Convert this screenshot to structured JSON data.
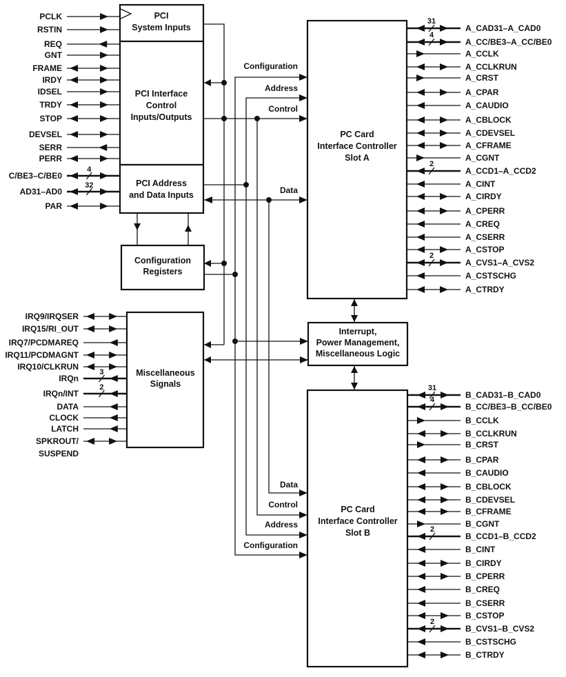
{
  "blocks": {
    "pci_system_inputs": [
      "PCI",
      "System Inputs"
    ],
    "pci_interface": [
      "PCI Interface",
      "Control",
      "Inputs/Outputs"
    ],
    "pci_address_data": [
      "PCI Address",
      "and Data Inputs"
    ],
    "config_registers": [
      "Configuration",
      "Registers"
    ],
    "misc_signals": [
      "Miscellaneous",
      "Signals"
    ],
    "interrupt_logic": [
      "Interrupt,",
      "Power Management,",
      "Miscellaneous Logic"
    ],
    "slot_a": [
      "PC Card",
      "Interface Controller",
      "Slot A"
    ],
    "slot_b": [
      "PC Card",
      "Interface Controller",
      "Slot B"
    ]
  },
  "bus_labels": {
    "configuration": "Configuration",
    "address": "Address",
    "control": "Control",
    "data": "Data"
  },
  "pci_signals": [
    {
      "name": "PCLK",
      "dir": "in",
      "overbar": ""
    },
    {
      "name": "RSTIN",
      "dir": "in",
      "overbar": "RSTIN"
    },
    {
      "name": "REQ",
      "dir": "out",
      "overbar": "REQ"
    },
    {
      "name": "GNT",
      "dir": "in",
      "overbar": "GNT"
    },
    {
      "name": "FRAME",
      "dir": "bi",
      "overbar": "FRAME"
    },
    {
      "name": "IRDY",
      "dir": "bi",
      "overbar": "IRDY"
    },
    {
      "name": "IDSEL",
      "dir": "in",
      "overbar": ""
    },
    {
      "name": "TRDY",
      "dir": "bi",
      "overbar": "TRDY"
    },
    {
      "name": "STOP",
      "dir": "bi",
      "overbar": "STOP"
    },
    {
      "name": "DEVSEL",
      "dir": "bi",
      "overbar": "DEVSEL"
    },
    {
      "name": "SERR",
      "dir": "out",
      "overbar": "SERR"
    },
    {
      "name": "PERR",
      "dir": "bi",
      "overbar": "PERR"
    },
    {
      "name": "C/BE3–C/BE0",
      "dir": "bi",
      "bus": "4",
      "overbar": "BE"
    },
    {
      "name": "AD31–AD0",
      "dir": "bi",
      "bus": "32",
      "overbar": ""
    },
    {
      "name": "PAR",
      "dir": "bi",
      "overbar": ""
    }
  ],
  "misc_signals": [
    {
      "name": "IRQ9/IRQSER",
      "dir": "bi"
    },
    {
      "name": "IRQ15/RI_OUT",
      "dir": "bi"
    },
    {
      "name": "IRQ7/PCDMAREQ",
      "dir": "out"
    },
    {
      "name": "IRQ11/PCDMAGNT",
      "dir": "bi"
    },
    {
      "name": "IRQ10/CLKRUN",
      "dir": "bi"
    },
    {
      "name": "IRQn",
      "dir": "out",
      "bus": "3"
    },
    {
      "name": "IRQn/INT",
      "dir": "out",
      "bus": "2"
    },
    {
      "name": "DATA",
      "dir": "out"
    },
    {
      "name": "CLOCK",
      "dir": "out"
    },
    {
      "name": "LATCH",
      "dir": "out"
    },
    {
      "name": "SPKROUT/",
      "dir": "bi"
    },
    {
      "name": "SUSPEND",
      "dir": "none"
    }
  ],
  "slot_a_signals": [
    {
      "name": "A_CAD31–A_CAD0",
      "dir": "bi",
      "bus": "31"
    },
    {
      "name": "A_CC/BE3–A_CC/BE0",
      "dir": "bi",
      "bus": "4"
    },
    {
      "name": "A_CCLK",
      "dir": "out"
    },
    {
      "name": "A_CCLKRUN",
      "dir": "bi"
    },
    {
      "name": "A_CRST",
      "dir": "out"
    },
    {
      "name": "A_CPAR",
      "dir": "bi"
    },
    {
      "name": "A_CAUDIO",
      "dir": "in"
    },
    {
      "name": "A_CBLOCK",
      "dir": "bi"
    },
    {
      "name": "A_CDEVSEL",
      "dir": "bi"
    },
    {
      "name": "A_CFRAME",
      "dir": "bi"
    },
    {
      "name": "A_CGNT",
      "dir": "out"
    },
    {
      "name": "A_CCD1–A_CCD2",
      "dir": "in",
      "bus": "2"
    },
    {
      "name": "A_CINT",
      "dir": "in"
    },
    {
      "name": "A_CIRDY",
      "dir": "bi"
    },
    {
      "name": "A_CPERR",
      "dir": "bi"
    },
    {
      "name": "A_CREQ",
      "dir": "in"
    },
    {
      "name": "A_CSERR",
      "dir": "in"
    },
    {
      "name": "A_CSTOP",
      "dir": "bi"
    },
    {
      "name": "A_CVS1–A_CVS2",
      "dir": "bi",
      "bus": "2"
    },
    {
      "name": "A_CSTSCHG",
      "dir": "in"
    },
    {
      "name": "A_CTRDY",
      "dir": "bi"
    }
  ],
  "slot_b_signals": [
    {
      "name": "B_CAD31–B_CAD0",
      "dir": "bi",
      "bus": "31"
    },
    {
      "name": "B_CC/BE3–B_CC/BE0",
      "dir": "bi",
      "bus": "4"
    },
    {
      "name": "B_CCLK",
      "dir": "out"
    },
    {
      "name": "B_CCLKRUN",
      "dir": "bi"
    },
    {
      "name": "B_CRST",
      "dir": "out"
    },
    {
      "name": "B_CPAR",
      "dir": "bi"
    },
    {
      "name": "B_CAUDIO",
      "dir": "in"
    },
    {
      "name": "B_CBLOCK",
      "dir": "bi"
    },
    {
      "name": "B_CDEVSEL",
      "dir": "bi"
    },
    {
      "name": "B_CFRAME",
      "dir": "bi"
    },
    {
      "name": "B_CGNT",
      "dir": "out"
    },
    {
      "name": "B_CCD1–B_CCD2",
      "dir": "in",
      "bus": "2"
    },
    {
      "name": "B_CINT",
      "dir": "in"
    },
    {
      "name": "B_CIRDY",
      "dir": "bi"
    },
    {
      "name": "B_CPERR",
      "dir": "bi"
    },
    {
      "name": "B_CREQ",
      "dir": "in"
    },
    {
      "name": "B_CSERR",
      "dir": "in"
    },
    {
      "name": "B_CSTOP",
      "dir": "bi"
    },
    {
      "name": "B_CVS1–B_CVS2",
      "dir": "bi",
      "bus": "2"
    },
    {
      "name": "B_CSTSCHG",
      "dir": "in"
    },
    {
      "name": "B_CTRDY",
      "dir": "bi"
    }
  ]
}
